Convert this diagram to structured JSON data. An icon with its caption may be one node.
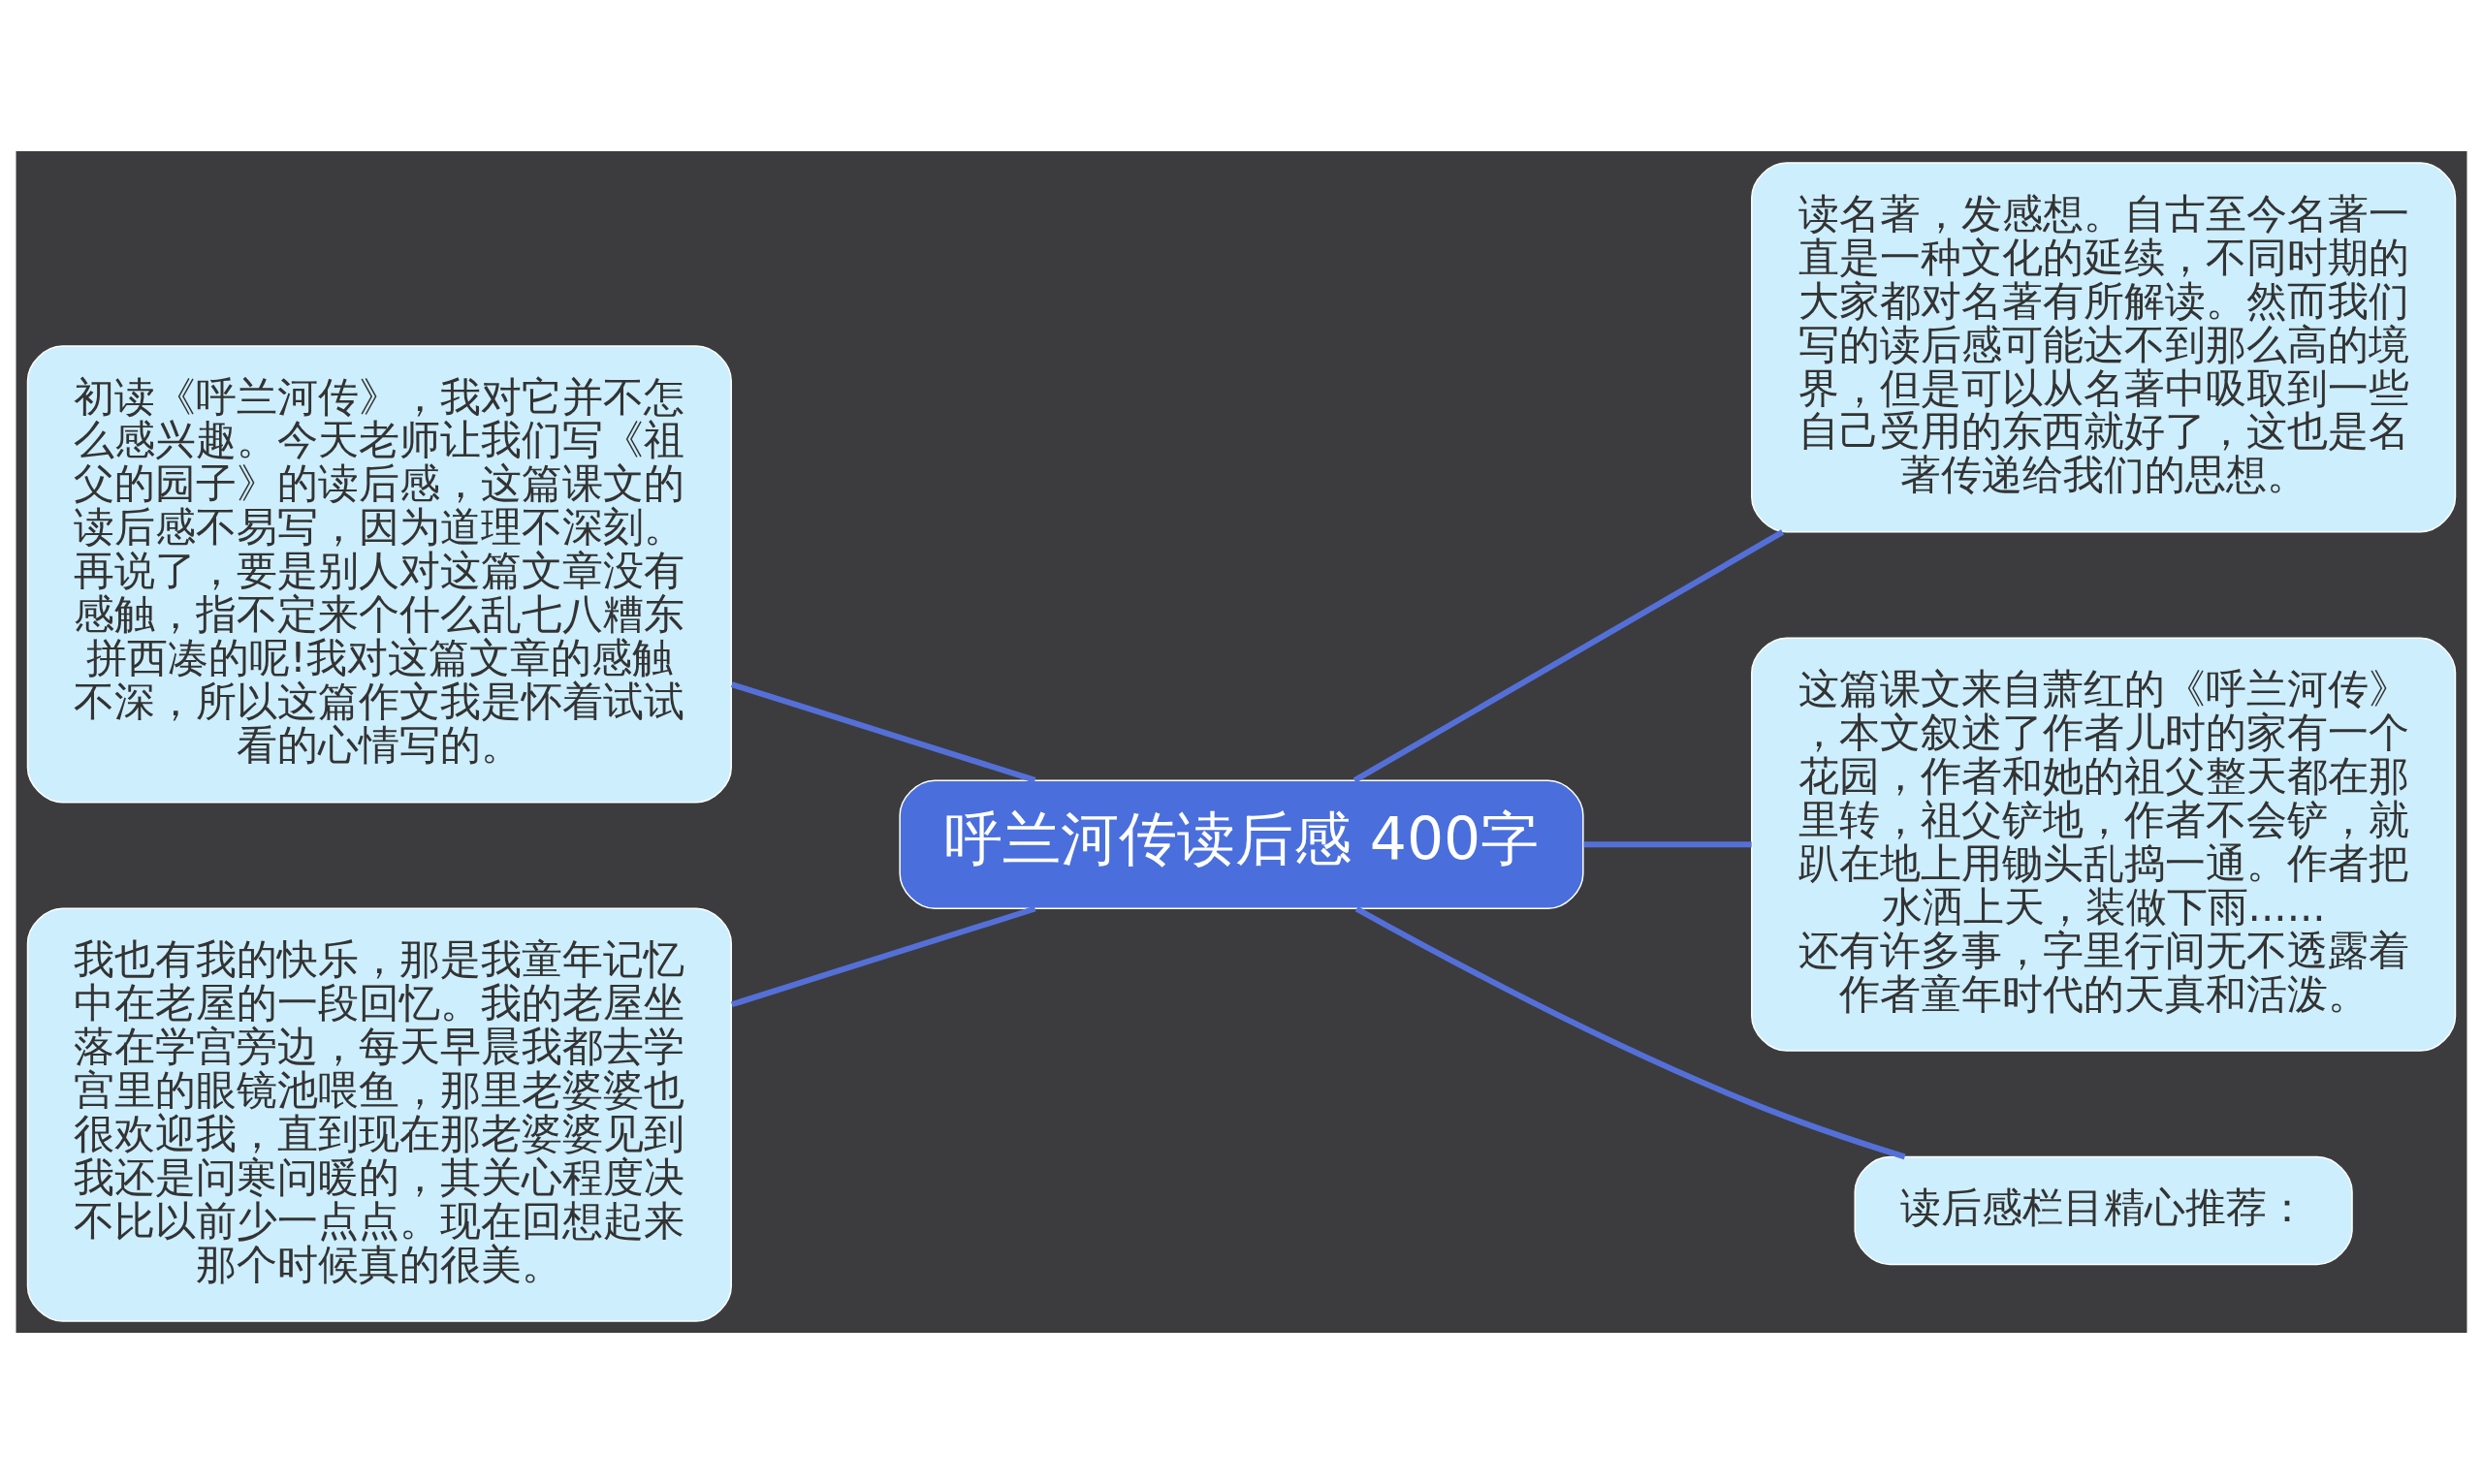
{
  "diagram": {
    "nodes": [
      {
        "text": [
          "呼兰河传读后感 400字"
        ]
      },
      {
        "text": [
          "初读《呼兰河传》，我对它并不怎么感兴趣。今天老师让我们写《祖父的园子》的读后感，这篇课文的读后感不易写，因为道理不深刻。再说了，要是别人对这篇文章没有感触，指不定来个什么乱七八糟东拼西凑的呢!我对这篇文章的感触不深，所以这篇作文我是怀着试试看的心情写的。"
        ]
      },
      {
        "text": [
          "我也有我的快乐，那是我童年记忆中在老屋的一段回忆。我的老屋坐落在学宫旁边，每天早晨我都去学宫里的眼镜池喂鱼，那里老婆婆也很欢迎我，直到现在那老婆婆见到我还是问寒问暖的，其关心程度决不比以前少一点点。现在回想起来那个时候真的很美。"
        ]
      },
      {
        "text": [
          "读名著，发感想。自古至今名著一直是一种文化的延续，不同时期的大家都对名著有所解读。然而我们写的读后感可能达不到那么高的境界，但是可以从名著中吸取到一些自己受用的东西就好了，这也是名著传递给我们的思想。"
        ]
      },
      {
        "text": [
          "这篇课文来自萧红的《呼兰河传》，本文叙述了作者儿时的家有一个花园，作者和她的祖父整天都在那里转，祖父铲地，作者不会铲，就趴在地上用锄头乱捣一通。作者把水洒上天，装做下雨......还有许多事，字里行间无不透露着作者童年时代的天真和活泼。"
        ]
      },
      {
        "text": [
          "读后感栏目精心推荐："
        ]
      }
    ],
    "edges": [
      {
        "from": 0,
        "to": 1,
        "arrow": "none"
      },
      {
        "from": 0,
        "to": 2,
        "arrow": "none"
      },
      {
        "from": 0,
        "to": 3,
        "arrow": "none"
      },
      {
        "from": 0,
        "to": 4,
        "arrow": "none"
      },
      {
        "from": 0,
        "to": 5,
        "arrow": "none"
      }
    ]
  }
}
